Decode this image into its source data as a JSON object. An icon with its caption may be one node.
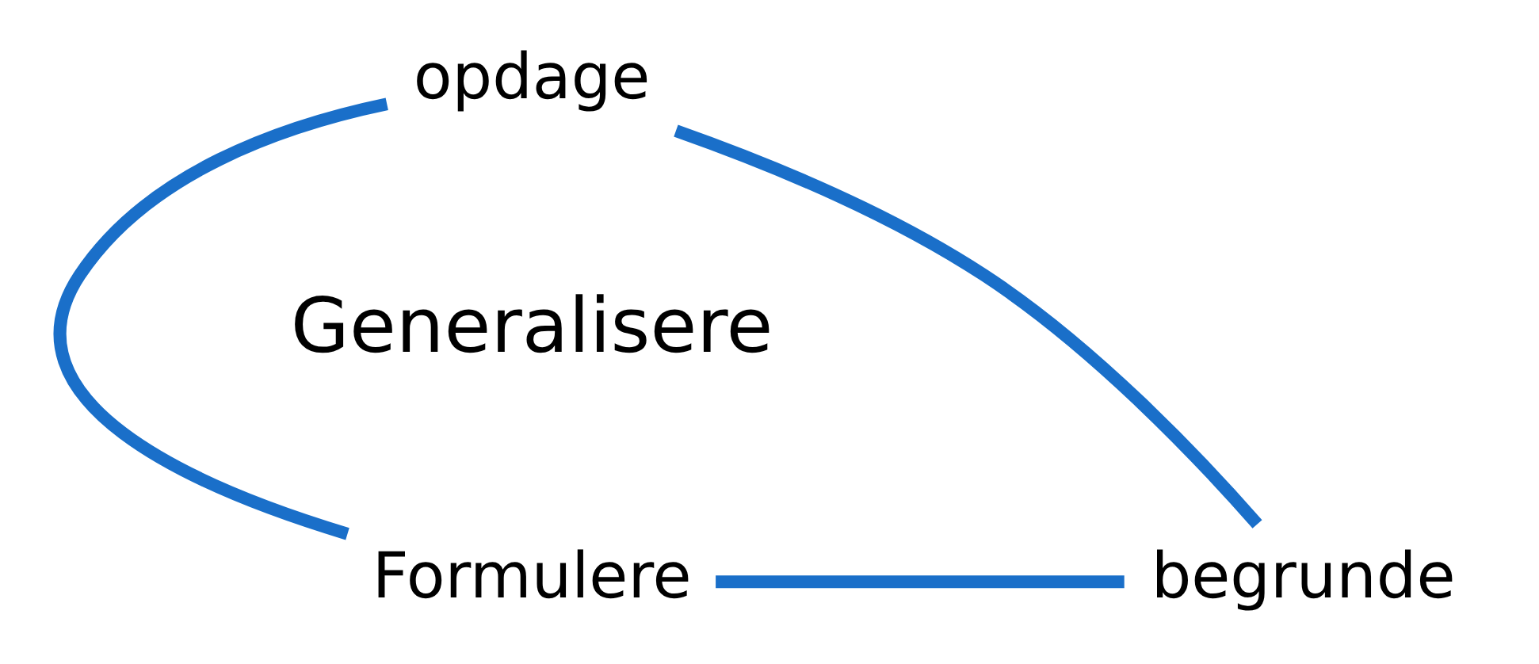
{
  "diagram": {
    "nodes": [
      {
        "text": [
          "opdage"
        ]
      },
      {
        "text": [
          "Formulere"
        ]
      },
      {
        "text": [
          "begrunde"
        ]
      }
    ],
    "edges": [
      {
        "from": 0,
        "to": 1,
        "arrow": "none"
      },
      {
        "from": 0,
        "to": 2,
        "arrow": "none"
      },
      {
        "from": 1,
        "to": 2,
        "arrow": "none"
      }
    ],
    "labels": [
      "Generalisere"
    ]
  }
}
